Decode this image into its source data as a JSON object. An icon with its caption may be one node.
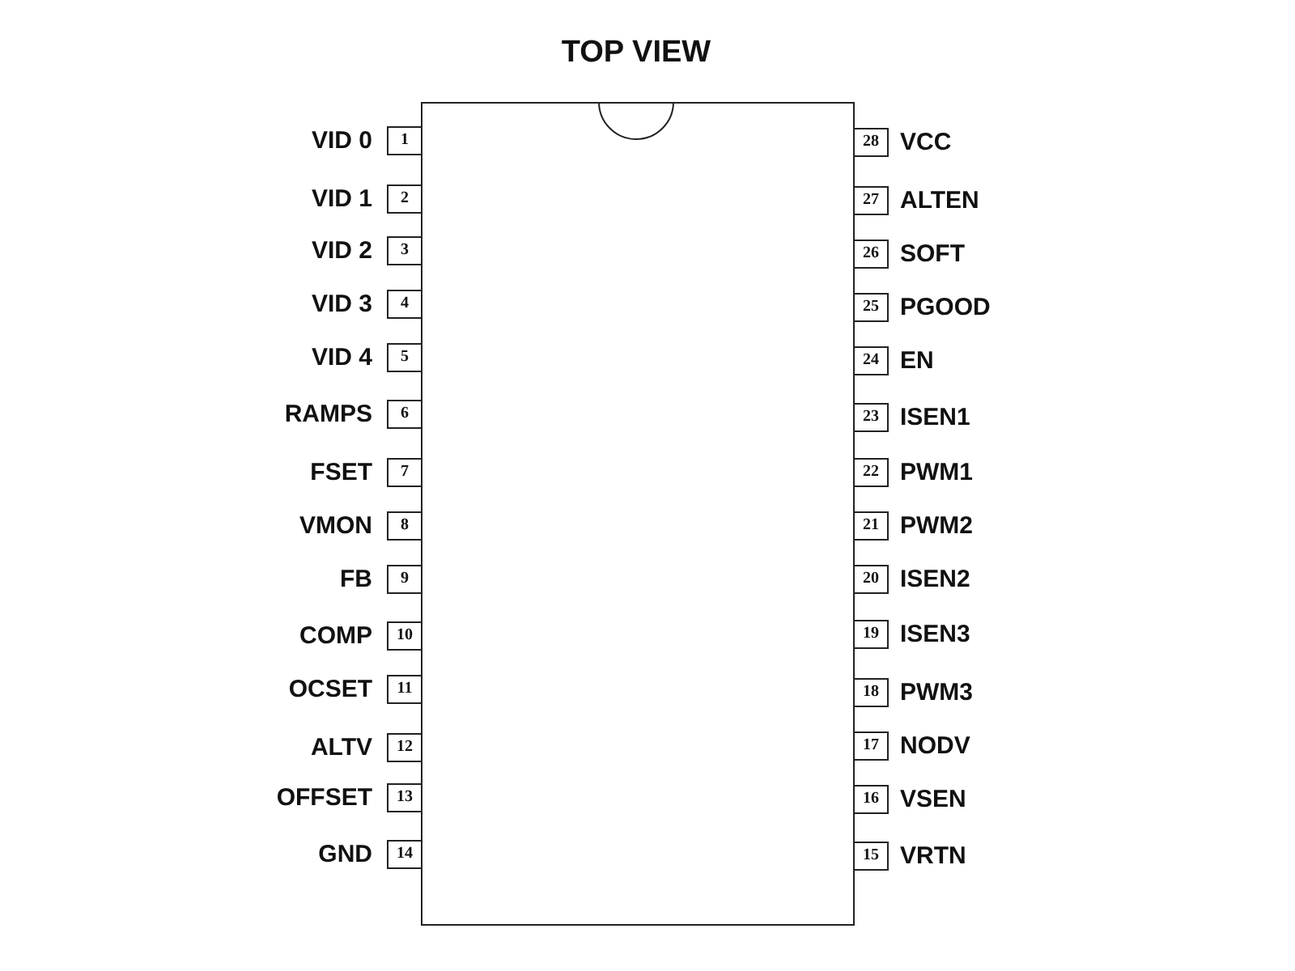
{
  "diagram": {
    "title": "TOP VIEW",
    "nodes": [
      {
        "text": [],
        "shape": "box"
      },
      {
        "text": [
          "1"
        ],
        "beside": [
          "VID 0"
        ]
      },
      {
        "text": [
          "2"
        ],
        "beside": [
          "VID 1"
        ]
      },
      {
        "text": [
          "3"
        ],
        "beside": [
          "VID 2"
        ]
      },
      {
        "text": [
          "4"
        ],
        "beside": [
          "VID 3"
        ]
      },
      {
        "text": [
          "5"
        ],
        "beside": [
          "VID 4"
        ]
      },
      {
        "text": [
          "6"
        ],
        "beside": [
          "RAMPS"
        ]
      },
      {
        "text": [
          "7"
        ],
        "beside": [
          "FSET"
        ]
      },
      {
        "text": [
          "8"
        ],
        "beside": [
          "VMON"
        ]
      },
      {
        "text": [
          "9"
        ],
        "beside": [
          "FB"
        ]
      },
      {
        "text": [
          "10"
        ],
        "beside": [
          "COMP"
        ]
      },
      {
        "text": [
          "11"
        ],
        "beside": [
          "OCSET"
        ]
      },
      {
        "text": [
          "12"
        ],
        "beside": [
          "ALTV"
        ]
      },
      {
        "text": [
          "13"
        ],
        "beside": [
          "OFFSET"
        ]
      },
      {
        "text": [
          "14"
        ],
        "beside": [
          "GND"
        ]
      },
      {
        "text": [
          "28"
        ],
        "beside": [
          "VCC"
        ]
      },
      {
        "text": [
          "27"
        ],
        "beside": [
          "ALTEN"
        ]
      },
      {
        "text": [
          "26"
        ],
        "beside": [
          "SOFT"
        ]
      },
      {
        "text": [
          "25"
        ],
        "beside": [
          "PGOOD"
        ]
      },
      {
        "text": [
          "24"
        ],
        "beside": [
          "EN"
        ]
      },
      {
        "text": [
          "23"
        ],
        "beside": [
          "ISEN1"
        ]
      },
      {
        "text": [
          "22"
        ],
        "beside": [
          "PWM1"
        ]
      },
      {
        "text": [
          "21"
        ],
        "beside": [
          "PWM2"
        ]
      },
      {
        "text": [
          "20"
        ],
        "beside": [
          "ISEN2"
        ]
      },
      {
        "text": [
          "19"
        ],
        "beside": [
          "ISEN3"
        ]
      },
      {
        "text": [
          "18"
        ],
        "beside": [
          "PWM3"
        ]
      },
      {
        "text": [
          "17"
        ],
        "beside": [
          "NODV"
        ]
      },
      {
        "text": [
          "16"
        ],
        "beside": [
          "VSEN"
        ]
      },
      {
        "text": [
          "15"
        ],
        "beside": [
          "VRTN"
        ]
      }
    ]
  }
}
